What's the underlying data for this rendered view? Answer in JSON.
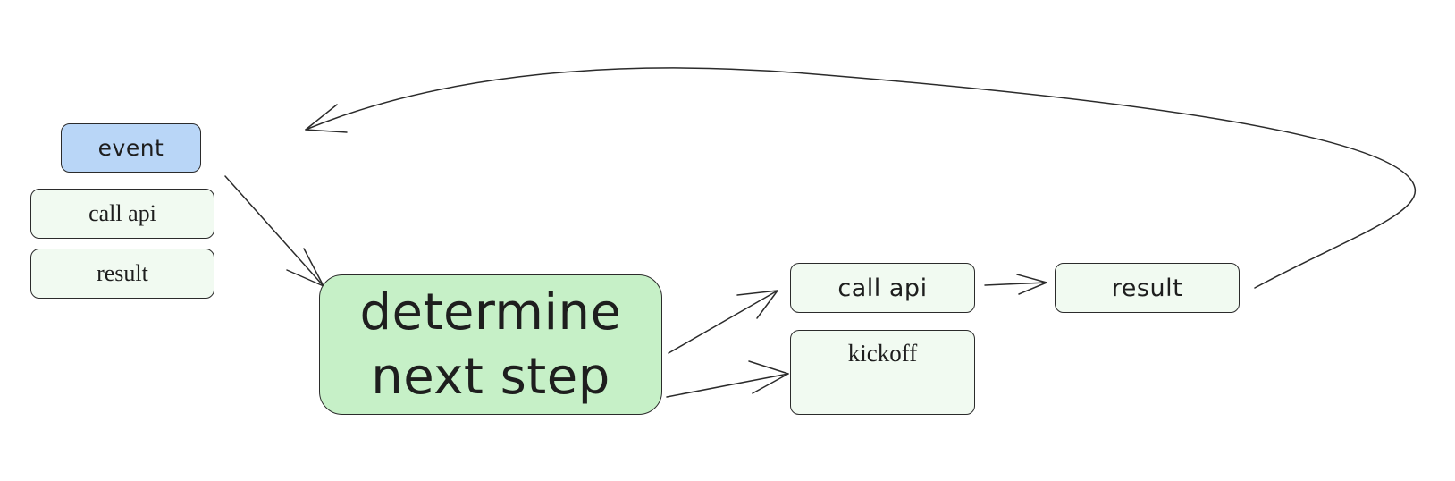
{
  "diagram": {
    "nodes": {
      "event": {
        "label": "event",
        "color": "#b9d6f7"
      },
      "call_api_left": {
        "label": "call api",
        "color": "#f1faf1"
      },
      "result_left": {
        "label": "result",
        "color": "#f1faf1"
      },
      "determine_next_step": {
        "line1": "determine",
        "line2": "next step",
        "color": "#c6f0c7"
      },
      "call_api_right": {
        "label": "call api",
        "color": "#f1faf1"
      },
      "result_right": {
        "label": "result",
        "color": "#f1faf1"
      },
      "kickoff": {
        "label": "kickoff",
        "color": "#f1faf1"
      }
    },
    "edges": [
      {
        "from": "event",
        "to": "determine_next_step"
      },
      {
        "from": "determine_next_step",
        "to": "call_api_right"
      },
      {
        "from": "determine_next_step",
        "to": "kickoff"
      },
      {
        "from": "call_api_right",
        "to": "result_right"
      },
      {
        "from": "result_right",
        "to": "event"
      }
    ]
  }
}
